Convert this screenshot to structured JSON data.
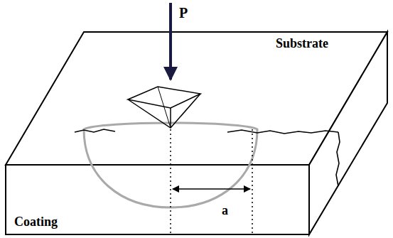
{
  "diagram": {
    "labels": [
      "P",
      "Substrate",
      "Coating",
      "a"
    ]
  }
}
